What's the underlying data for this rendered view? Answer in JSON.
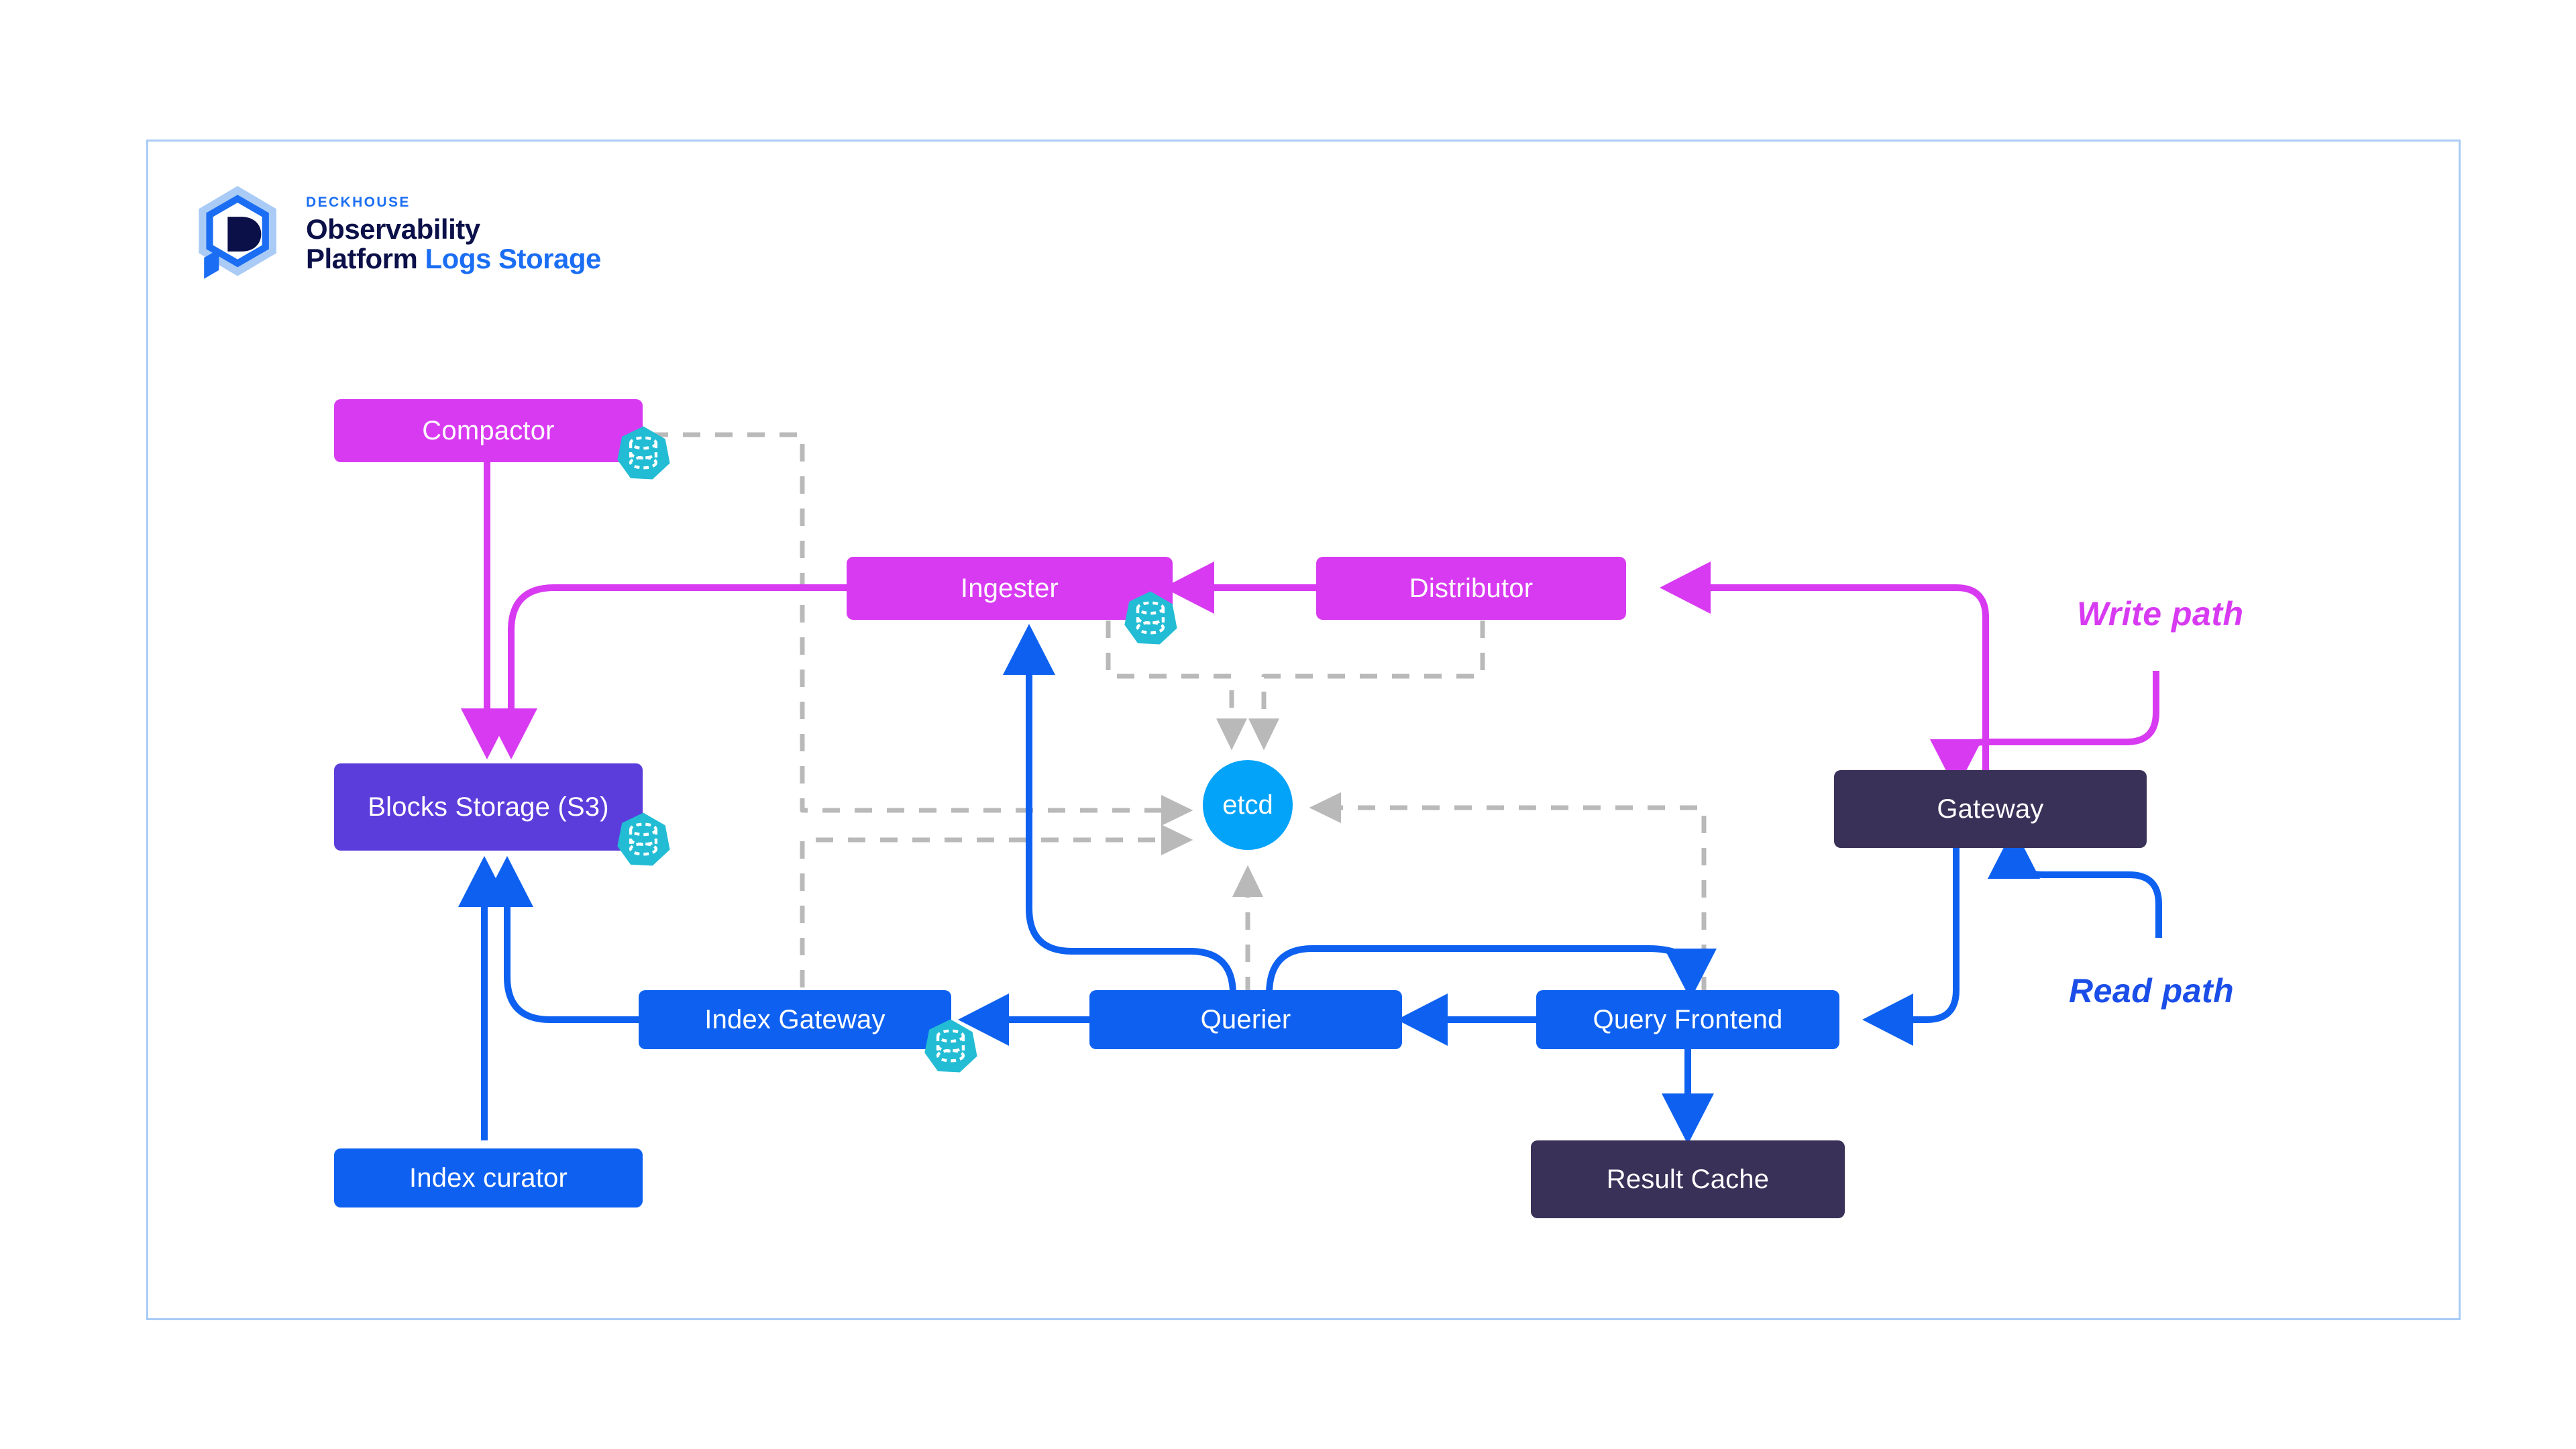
{
  "logo": {
    "kicker": "DECKHOUSE",
    "line1": "Observability",
    "line2_prefix": "Platform",
    "line2_accent": "Logs Storage",
    "mark_name": "deckhouse-hexagon-d-logo"
  },
  "colors": {
    "frame_border": "#A9CBF6",
    "magenta": "#D83AF2",
    "violet": "#5B3DDC",
    "blue": "#0E61F0",
    "dark_plum": "#3A3159",
    "etcd_blue": "#03A3F9",
    "teal_badge": "#22BCD4",
    "dashed_gray": "#B9B9B9",
    "write_path": "#D83AF2",
    "read_path": "#1B4EE8",
    "background": "#FFFFFF"
  },
  "nodes": {
    "compactor": {
      "label": "Compactor",
      "color": "magenta",
      "has_storage_badge": true
    },
    "ingester": {
      "label": "Ingester",
      "color": "magenta",
      "has_storage_badge": true
    },
    "distributor": {
      "label": "Distributor",
      "color": "magenta",
      "has_storage_badge": false
    },
    "blocks_storage": {
      "label": "Blocks Storage (S3)",
      "color": "violet",
      "has_storage_badge": true
    },
    "etcd": {
      "label": "etcd",
      "color": "etcd_blue",
      "has_storage_badge": false
    },
    "gateway": {
      "label": "Gateway",
      "color": "dark_plum",
      "has_storage_badge": false
    },
    "index_gateway": {
      "label": "Index Gateway",
      "color": "blue",
      "has_storage_badge": true
    },
    "querier": {
      "label": "Querier",
      "color": "blue",
      "has_storage_badge": false
    },
    "query_frontend": {
      "label": "Query Frontend",
      "color": "blue",
      "has_storage_badge": false
    },
    "result_cache": {
      "label": "Result Cache",
      "color": "dark_plum",
      "has_storage_badge": false
    },
    "index_curator": {
      "label": "Index curator",
      "color": "blue",
      "has_storage_badge": false
    }
  },
  "legend": {
    "write_path": "Write path",
    "read_path": "Read path"
  },
  "edges": [
    {
      "from": "gateway",
      "to": "distributor",
      "style": "solid",
      "color": "magenta"
    },
    {
      "from": "distributor",
      "to": "ingester",
      "style": "solid",
      "color": "magenta"
    },
    {
      "from": "ingester",
      "to": "blocks_storage",
      "style": "solid",
      "color": "magenta"
    },
    {
      "from": "compactor",
      "to": "blocks_storage",
      "style": "solid",
      "color": "magenta"
    },
    {
      "from": "write_path",
      "to": "gateway",
      "style": "solid",
      "color": "magenta"
    },
    {
      "from": "read_path",
      "to": "gateway",
      "style": "solid",
      "color": "blue"
    },
    {
      "from": "gateway",
      "to": "query_frontend",
      "style": "solid",
      "color": "blue"
    },
    {
      "from": "query_frontend",
      "to": "querier",
      "style": "solid",
      "color": "blue"
    },
    {
      "from": "query_frontend",
      "to": "result_cache",
      "style": "solid",
      "color": "blue"
    },
    {
      "from": "querier",
      "to": "index_gateway",
      "style": "solid",
      "color": "blue"
    },
    {
      "from": "querier",
      "to": "ingester",
      "style": "solid",
      "color": "blue"
    },
    {
      "from": "querier",
      "to": "query_frontend",
      "style": "solid",
      "color": "blue"
    },
    {
      "from": "index_gateway",
      "to": "blocks_storage",
      "style": "solid",
      "color": "blue"
    },
    {
      "from": "index_curator",
      "to": "blocks_storage",
      "style": "solid",
      "color": "blue"
    },
    {
      "from": "compactor",
      "to": "etcd",
      "style": "dashed",
      "color": "gray"
    },
    {
      "from": "ingester",
      "to": "etcd",
      "style": "dashed",
      "color": "gray"
    },
    {
      "from": "distributor",
      "to": "etcd",
      "style": "dashed",
      "color": "gray"
    },
    {
      "from": "index_gateway",
      "to": "etcd",
      "style": "dashed",
      "color": "gray"
    },
    {
      "from": "querier",
      "to": "etcd",
      "style": "dashed",
      "color": "gray"
    },
    {
      "from": "query_frontend",
      "to": "etcd",
      "style": "dashed",
      "color": "gray"
    }
  ]
}
